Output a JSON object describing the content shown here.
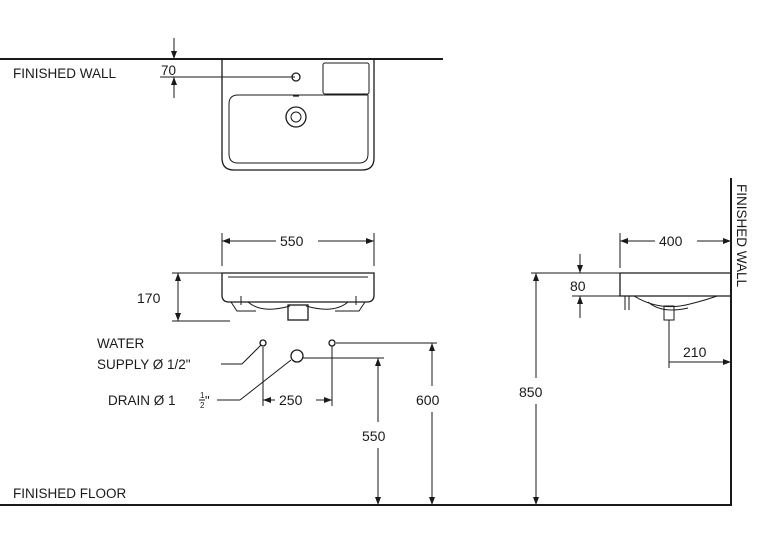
{
  "labels": {
    "finished_wall_top": "FINISHED WALL",
    "finished_wall_side": "FINISHED WALL",
    "finished_floor": "FINISHED FLOOR",
    "water_supply_line1": "WATER",
    "water_supply_line2": "SUPPLY Ø 1/2\"",
    "drain_prefix": "DRAIN Ø 1",
    "drain_frac_num": "1",
    "drain_frac_den": "2",
    "drain_suffix": "\""
  },
  "dimensions": {
    "wall_offset": "70",
    "basin_width": "550",
    "basin_height": "170",
    "pipe_spacing": "250",
    "supply_height": "600",
    "drain_height": "550",
    "rim_height": "850",
    "basin_depth": "400",
    "rim_thickness": "80",
    "drain_offset": "210"
  }
}
